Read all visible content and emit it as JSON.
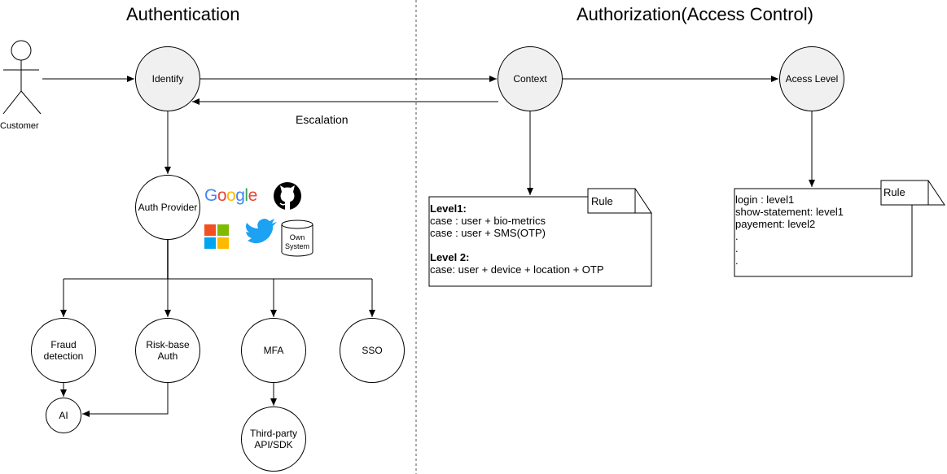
{
  "sections": {
    "authentication": "Authentication",
    "authorization": "Authorization(Access Control)"
  },
  "actor": {
    "label": "Customer"
  },
  "nodes": {
    "identify": "Identify",
    "context": "Context",
    "access_level": "Acess Level",
    "auth_provider": "Auth Provider",
    "fraud_detection": [
      "Fraud",
      "detection"
    ],
    "risk_based_auth": [
      "Risk-base",
      "Auth"
    ],
    "mfa": "MFA",
    "sso": "SSO",
    "ai": "AI",
    "third_party": [
      "Third-party",
      "API/SDK"
    ]
  },
  "edges": {
    "escalation": "Escalation"
  },
  "providers": {
    "google": "Google",
    "github": "github-icon",
    "microsoft": "microsoft-icon",
    "twitter": "twitter-icon",
    "own_system": [
      "Own",
      "System"
    ]
  },
  "rule_notes": {
    "context": {
      "tag": "Rule",
      "level1_title": "Level1:",
      "level1_lines": [
        "case : user + bio-metrics",
        "case : user + SMS(OTP)"
      ],
      "level2_title": "Level 2:",
      "level2_lines": [
        "case: user + device + location + OTP"
      ]
    },
    "access": {
      "tag": "Rule",
      "lines": [
        "login : level1",
        "show-statement: level1",
        "payement: level2",
        ".",
        ".",
        "."
      ]
    }
  },
  "colors": {
    "node_fill": "#f0f0f0",
    "google": [
      "#4285F4",
      "#EA4335",
      "#FBBC05",
      "#34A853"
    ],
    "microsoft": [
      "#F25022",
      "#7FBA00",
      "#00A4EF",
      "#FFB900"
    ],
    "twitter": "#1DA1F2"
  }
}
